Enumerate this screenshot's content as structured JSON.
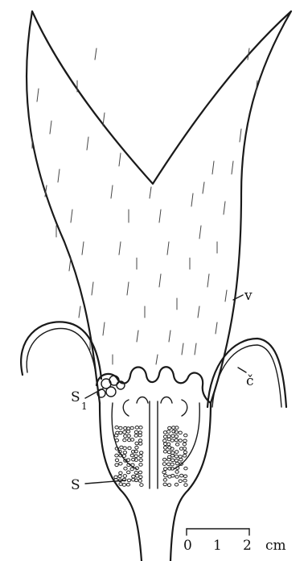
{
  "labels": {
    "v": "v",
    "c": "č",
    "s1_main": "S",
    "s1_sub": "1",
    "s": "S"
  },
  "scale_bar": {
    "tick_0": "0",
    "tick_1": "1",
    "tick_2": "2",
    "unit": "cm"
  }
}
